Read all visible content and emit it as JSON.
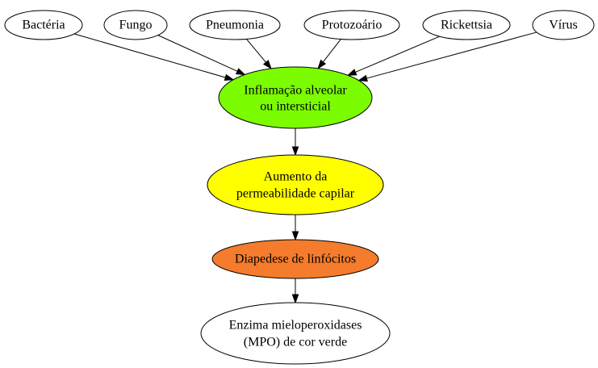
{
  "nodes": {
    "bacteria": {
      "lines": [
        "Bactéria"
      ],
      "fill": "#ffffff"
    },
    "fungo": {
      "lines": [
        "Fungo"
      ],
      "fill": "#ffffff"
    },
    "pneumonia": {
      "lines": [
        "Pneumonia"
      ],
      "fill": "#ffffff"
    },
    "protozoario": {
      "lines": [
        "Protozoário"
      ],
      "fill": "#ffffff"
    },
    "rickettsia": {
      "lines": [
        "Rickettsia"
      ],
      "fill": "#ffffff"
    },
    "virus": {
      "lines": [
        "Vírus"
      ],
      "fill": "#ffffff"
    },
    "inflamacao": {
      "lines": [
        "Inflamação alveolar",
        "ou intersticial"
      ],
      "fill": "#7cfc00"
    },
    "aumento": {
      "lines": [
        "Aumento da",
        "permeabilidade capilar"
      ],
      "fill": "#ffff00"
    },
    "diapedese": {
      "lines": [
        "Diapedese de linfócitos"
      ],
      "fill": "#f47c2c"
    },
    "enzima": {
      "lines": [
        "Enzima mieloperoxidases",
        "(MPO) de cor verde"
      ],
      "fill": "#ffffff"
    }
  },
  "edges": [
    {
      "from": "bacteria",
      "to": "inflamacao"
    },
    {
      "from": "fungo",
      "to": "inflamacao"
    },
    {
      "from": "pneumonia",
      "to": "inflamacao"
    },
    {
      "from": "protozoario",
      "to": "inflamacao"
    },
    {
      "from": "rickettsia",
      "to": "inflamacao"
    },
    {
      "from": "virus",
      "to": "inflamacao"
    },
    {
      "from": "inflamacao",
      "to": "aumento"
    },
    {
      "from": "aumento",
      "to": "diapedese"
    },
    {
      "from": "diapedese",
      "to": "enzima"
    }
  ]
}
